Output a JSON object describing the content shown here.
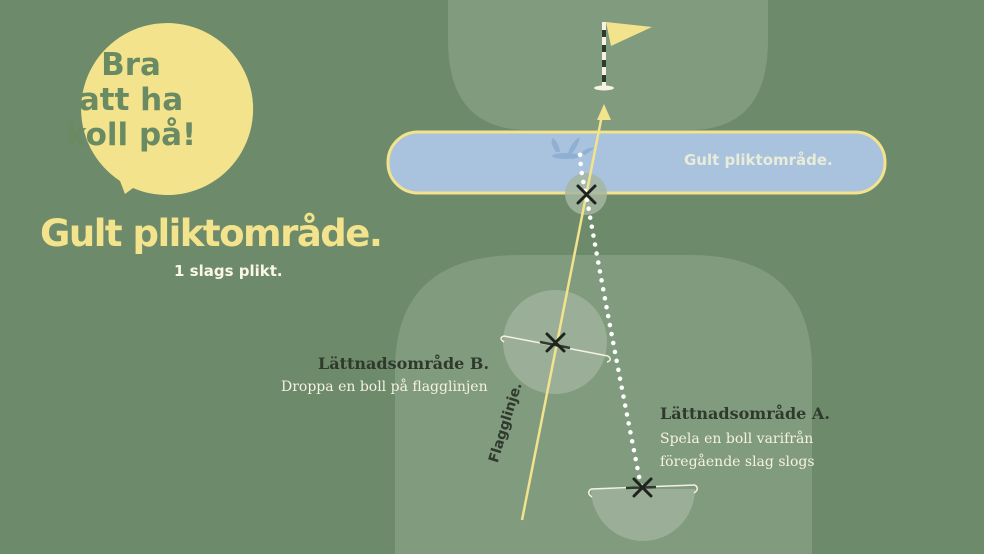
{
  "bubble": {
    "line1": "Bra",
    "line2": "att ha",
    "line3": "koll på!"
  },
  "heading": {
    "title": "Gult pliktområde.",
    "subtitle": "1 slags plikt."
  },
  "penalty_area": {
    "label": "Gult pliktområde."
  },
  "relief_b": {
    "title": "Lättnadsområde B.",
    "description": "Droppa en boll på flagglinjen"
  },
  "relief_a": {
    "title": "Lättnadsområde A.",
    "description_line1": "Spela en boll varifrån",
    "description_line2": "föregående slag slogs"
  },
  "flag_line": {
    "label": "Flagglinje."
  },
  "colors": {
    "background": "#6d8a6a",
    "fairway": "#809b7d",
    "water": "#a9c2dd",
    "yellow": "#f2e38c",
    "dark_text": "#2f3a2d"
  }
}
